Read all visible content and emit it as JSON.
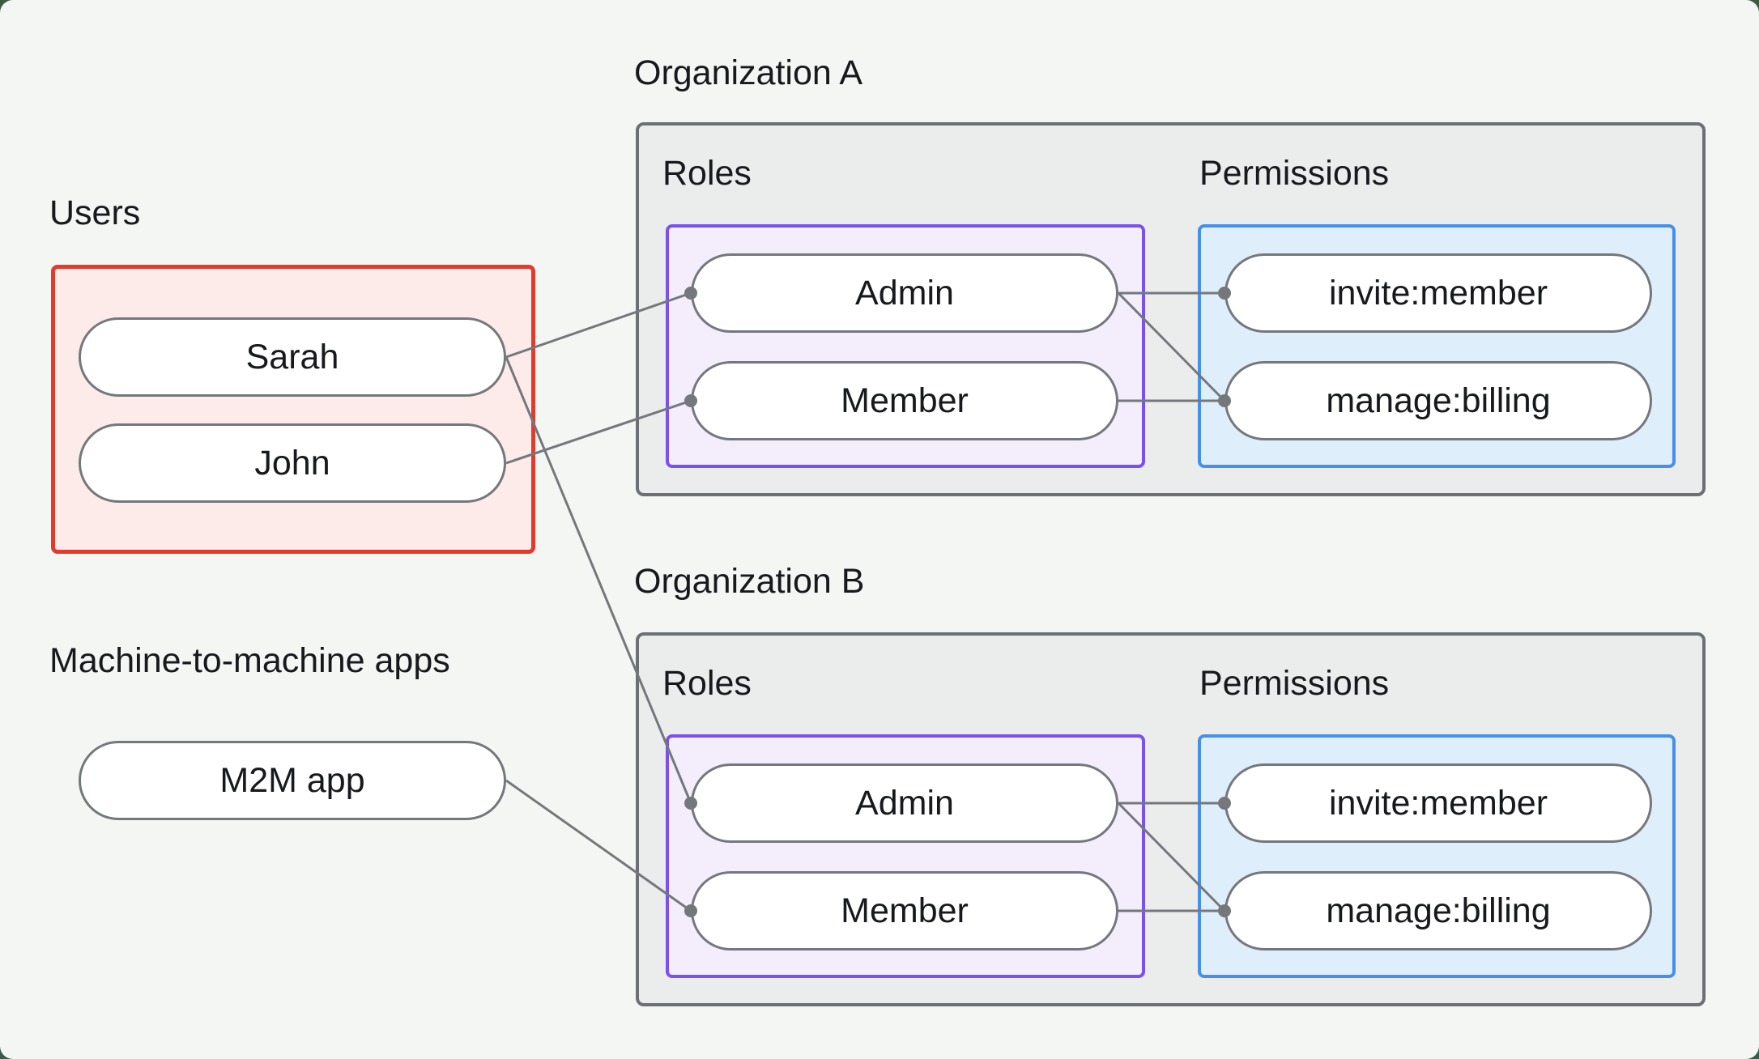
{
  "labels": {
    "users": "Users",
    "machine_apps": "Machine-to-machine apps",
    "org_a": "Organization A",
    "org_b": "Organization B",
    "roles": "Roles",
    "permissions": "Permissions"
  },
  "users": [
    "Sarah",
    "John"
  ],
  "machine_apps": [
    "M2M app"
  ],
  "org_a": {
    "roles": [
      "Admin",
      "Member"
    ],
    "permissions": [
      "invite:member",
      "manage:billing"
    ]
  },
  "org_b": {
    "roles": [
      "Admin",
      "Member"
    ],
    "permissions": [
      "invite:member",
      "manage:billing"
    ]
  },
  "connections": [
    {
      "from": "Sarah",
      "to": "Organization A / Admin"
    },
    {
      "from": "John",
      "to": "Organization A / Member"
    },
    {
      "from": "Sarah",
      "to": "Organization B / Admin"
    },
    {
      "from": "M2M app",
      "to": "Organization B / Member"
    },
    {
      "from": "Organization A / Admin",
      "to": "Organization A / invite:member"
    },
    {
      "from": "Organization A / Admin",
      "to": "Organization A / manage:billing"
    },
    {
      "from": "Organization A / Member",
      "to": "Organization A / manage:billing"
    },
    {
      "from": "Organization B / Admin",
      "to": "Organization B / invite:member"
    },
    {
      "from": "Organization B / Admin",
      "to": "Organization B / manage:billing"
    },
    {
      "from": "Organization B / Member",
      "to": "Organization B / manage:billing"
    }
  ],
  "colors": {
    "page_background": "#f3f6f3",
    "outer_background": "#3c5a46",
    "users_border": "#e23a2e",
    "users_fill": "#fcebe9",
    "m2m_border": "#61b765",
    "m2m_fill": "#e7f4e8",
    "org_border": "#6b7075",
    "org_fill": "#ebedec",
    "roles_border": "#7a50f0",
    "roles_fill": "#f3edfc",
    "permissions_border": "#4690ea",
    "permissions_fill": "#dfeefb",
    "connector": "#74787c",
    "text": "#17191d"
  }
}
